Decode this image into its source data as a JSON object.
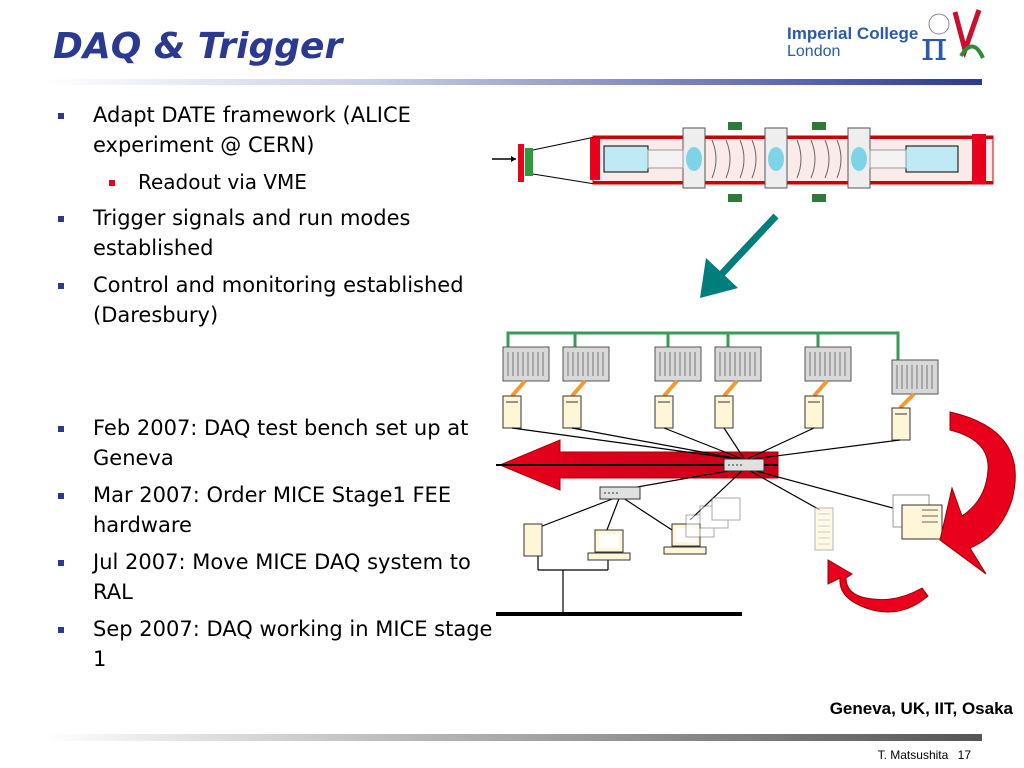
{
  "slide": {
    "title": "DAQ & Trigger"
  },
  "logo": {
    "line1": "Imperial College",
    "line2": "London"
  },
  "bullets_top": [
    {
      "text": "Adapt DATE framework (ALICE experiment @ CERN)"
    },
    {
      "text": "Readout via VME",
      "sub": true
    },
    {
      "text": "Trigger signals and run modes established"
    },
    {
      "text": "Control and monitoring established (Daresbury)"
    }
  ],
  "bullets_bottom": [
    {
      "text": "Feb 2007: DAQ test bench set up at Geneva"
    },
    {
      "text": "Mar 2007: Order MICE Stage1 FEE hardware"
    },
    {
      "text": "Jul 2007:  Move MICE DAQ system to RAL"
    },
    {
      "text": "Sep 2007: DAQ working in MICE stage 1"
    }
  ],
  "tagline": "Geneva, UK, IIT, Osaka",
  "footer": {
    "author": "T. Matsushita",
    "page": "17"
  },
  "colors": {
    "title": "#2b3990",
    "bullet": "#2b3990",
    "sub_bullet": "#e8001c",
    "arrow_teal": "#007d7d",
    "arrow_red": "#e8001c",
    "bus_green": "#3a9a5a"
  },
  "icons": [
    "vme-crate-icon",
    "server-tower-icon",
    "network-switch-icon",
    "workstation-icon",
    "curved-arrow-icon",
    "beamline-icon"
  ]
}
